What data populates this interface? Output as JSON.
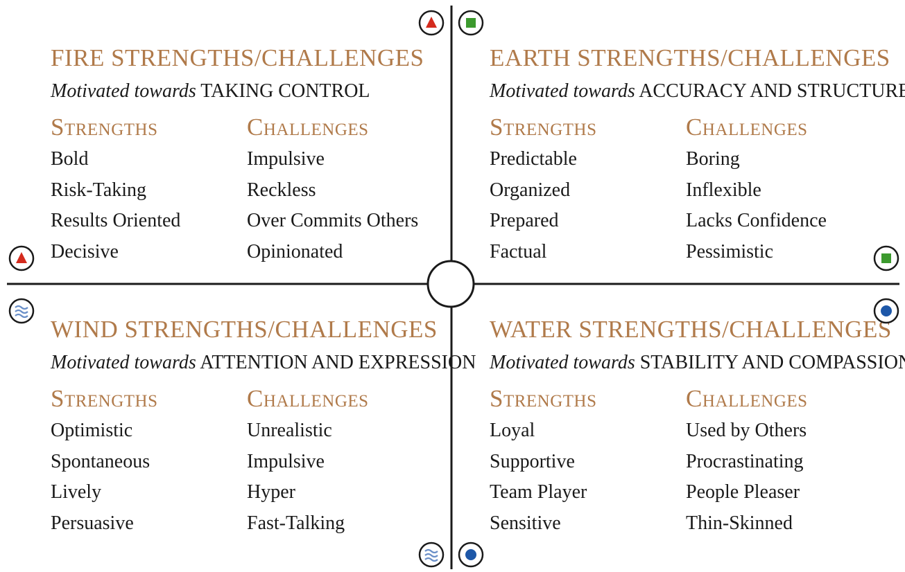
{
  "colors": {
    "heading": "#b07a4a",
    "text": "#1a1a1a",
    "fire": "#d42b1e",
    "earth": "#3c9a2e",
    "wind": "#6a8fc8",
    "water": "#1d57a8"
  },
  "quadrants": {
    "fire": {
      "title": "FIRE STRENGTHS/CHALLENGES",
      "motivated_prefix": "Motivated towards",
      "motivated_target": "TAKING CONTROL",
      "strengths_heading": "Strengths",
      "challenges_heading": "Challenges",
      "strengths": [
        "Bold",
        "Risk-Taking",
        "Results Oriented",
        "Decisive"
      ],
      "challenges": [
        "Impulsive",
        "Reckless",
        "Over Commits Others",
        "Opinionated"
      ],
      "icon": "red-triangle-icon"
    },
    "earth": {
      "title": "EARTH STRENGTHS/CHALLENGES",
      "motivated_prefix": "Motivated towards",
      "motivated_target": "ACCURACY AND STRUCTURE",
      "strengths_heading": "Strengths",
      "challenges_heading": "Challenges",
      "strengths": [
        "Predictable",
        "Organized",
        "Prepared",
        "Factual"
      ],
      "challenges": [
        "Boring",
        "Inflexible",
        "Lacks Confidence",
        "Pessimistic"
      ],
      "icon": "green-square-icon"
    },
    "wind": {
      "title": "WIND STRENGTHS/CHALLENGES",
      "motivated_prefix": "Motivated towards",
      "motivated_target": "ATTENTION AND EXPRESSION",
      "strengths_heading": "Strengths",
      "challenges_heading": "Challenges",
      "strengths": [
        "Optimistic",
        "Spontaneous",
        "Lively",
        "Persuasive"
      ],
      "challenges": [
        "Unrealistic",
        "Impulsive",
        "Hyper",
        "Fast-Talking"
      ],
      "icon": "blue-wave-icon"
    },
    "water": {
      "title": "WATER STRENGTHS/CHALLENGES",
      "motivated_prefix": "Motivated towards",
      "motivated_target": "STABILITY AND COMPASSION",
      "strengths_heading": "Strengths",
      "challenges_heading": "Challenges",
      "strengths": [
        "Loyal",
        "Supportive",
        "Team Player",
        "Sensitive"
      ],
      "challenges": [
        "Used by Others",
        "Procrastinating",
        "People Pleaser",
        "Thin-Skinned"
      ],
      "icon": "blue-circle-icon"
    }
  }
}
